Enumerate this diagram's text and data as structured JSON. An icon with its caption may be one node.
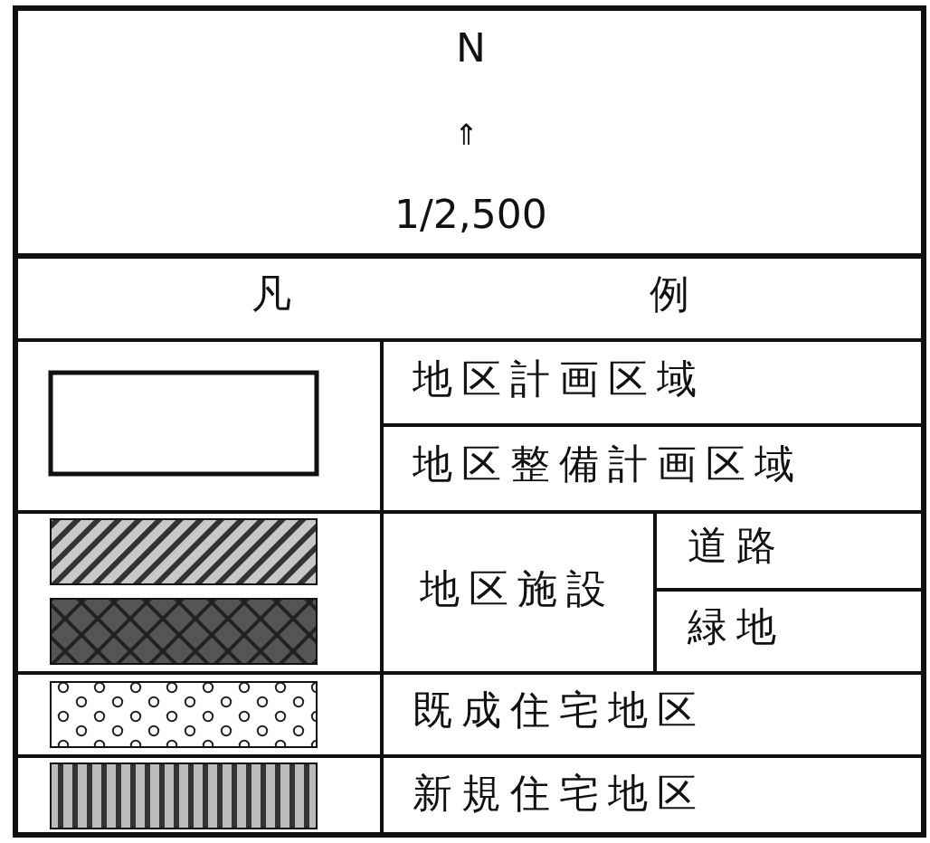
{
  "diagram": {
    "labels": [
      "N",
      "⇑",
      "1/2,500",
      "凡",
      "例",
      "地区施設"
    ],
    "legend": [
      {
        "text": "地区計画区域"
      },
      {
        "text": "地区整備計画区域"
      },
      {
        "text": "道路"
      },
      {
        "text": "緑地"
      },
      {
        "text": "既成住宅地区"
      },
      {
        "text": "新規住宅地区"
      }
    ]
  }
}
